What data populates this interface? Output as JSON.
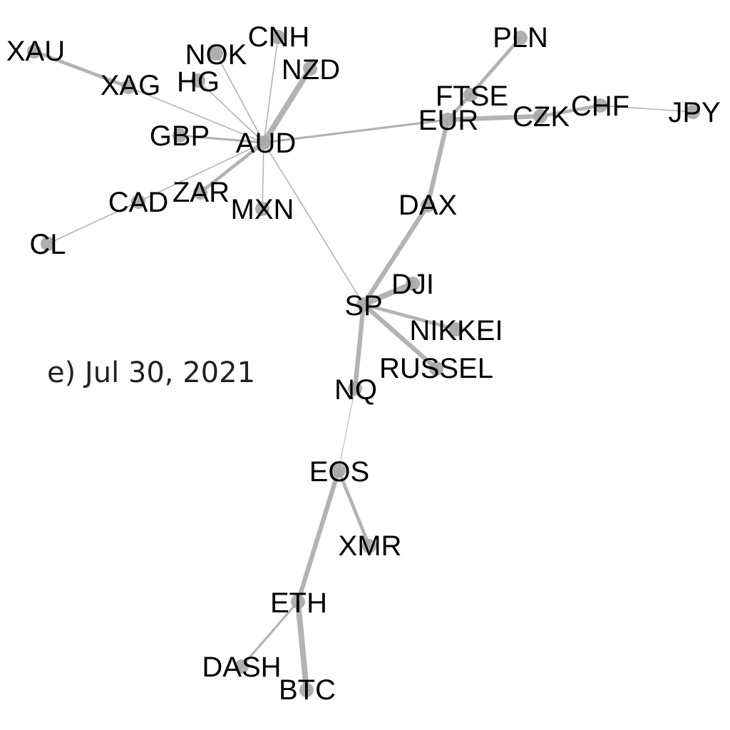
{
  "caption": "e) Jul 30, 2021",
  "colors": {
    "edge": "#b3b3b3",
    "node": "#a6a6a6",
    "label": "#000000",
    "caption": "#222222"
  },
  "nodes": [
    "XAU",
    "XAG",
    "NOK",
    "CNH",
    "HG",
    "NZD",
    "GBP",
    "AUD",
    "CAD",
    "ZAR",
    "MXN",
    "CL",
    "PLN",
    "FTSE",
    "EUR",
    "CZK",
    "CHF",
    "JPY",
    "DAX",
    "DJI",
    "SP",
    "NIKKEI",
    "RUSSEL",
    "NQ",
    "EOS",
    "XMR",
    "ETH",
    "DASH",
    "BTC"
  ],
  "edges": [
    {
      "source": "XAU",
      "target": "XAG",
      "weight": 3
    },
    {
      "source": "XAG",
      "target": "AUD",
      "weight": 1
    },
    {
      "source": "NOK",
      "target": "AUD",
      "weight": 1
    },
    {
      "source": "CNH",
      "target": "AUD",
      "weight": 1
    },
    {
      "source": "HG",
      "target": "AUD",
      "weight": 1
    },
    {
      "source": "NZD",
      "target": "AUD",
      "weight": 5
    },
    {
      "source": "GBP",
      "target": "AUD",
      "weight": 2
    },
    {
      "source": "ZAR",
      "target": "AUD",
      "weight": 3
    },
    {
      "source": "CAD",
      "target": "AUD",
      "weight": 1
    },
    {
      "source": "CL",
      "target": "CAD",
      "weight": 1
    },
    {
      "source": "MXN",
      "target": "AUD",
      "weight": 1
    },
    {
      "source": "AUD",
      "target": "EUR",
      "weight": 2
    },
    {
      "source": "AUD",
      "target": "SP",
      "weight": 1
    },
    {
      "source": "PLN",
      "target": "FTSE",
      "weight": 3
    },
    {
      "source": "FTSE",
      "target": "EUR",
      "weight": 3
    },
    {
      "source": "EUR",
      "target": "CZK",
      "weight": 4
    },
    {
      "source": "CZK",
      "target": "CHF",
      "weight": 3
    },
    {
      "source": "CHF",
      "target": "JPY",
      "weight": 1
    },
    {
      "source": "EUR",
      "target": "DAX",
      "weight": 4
    },
    {
      "source": "DAX",
      "target": "SP",
      "weight": 4
    },
    {
      "source": "SP",
      "target": "DJI",
      "weight": 5
    },
    {
      "source": "SP",
      "target": "NIKKEI",
      "weight": 3
    },
    {
      "source": "SP",
      "target": "RUSSEL",
      "weight": 4
    },
    {
      "source": "SP",
      "target": "NQ",
      "weight": 4
    },
    {
      "source": "NQ",
      "target": "EOS",
      "weight": 0.5
    },
    {
      "source": "EOS",
      "target": "XMR",
      "weight": 3
    },
    {
      "source": "EOS",
      "target": "ETH",
      "weight": 4
    },
    {
      "source": "ETH",
      "target": "DASH",
      "weight": 2
    },
    {
      "source": "ETH",
      "target": "BTC",
      "weight": 5
    }
  ]
}
